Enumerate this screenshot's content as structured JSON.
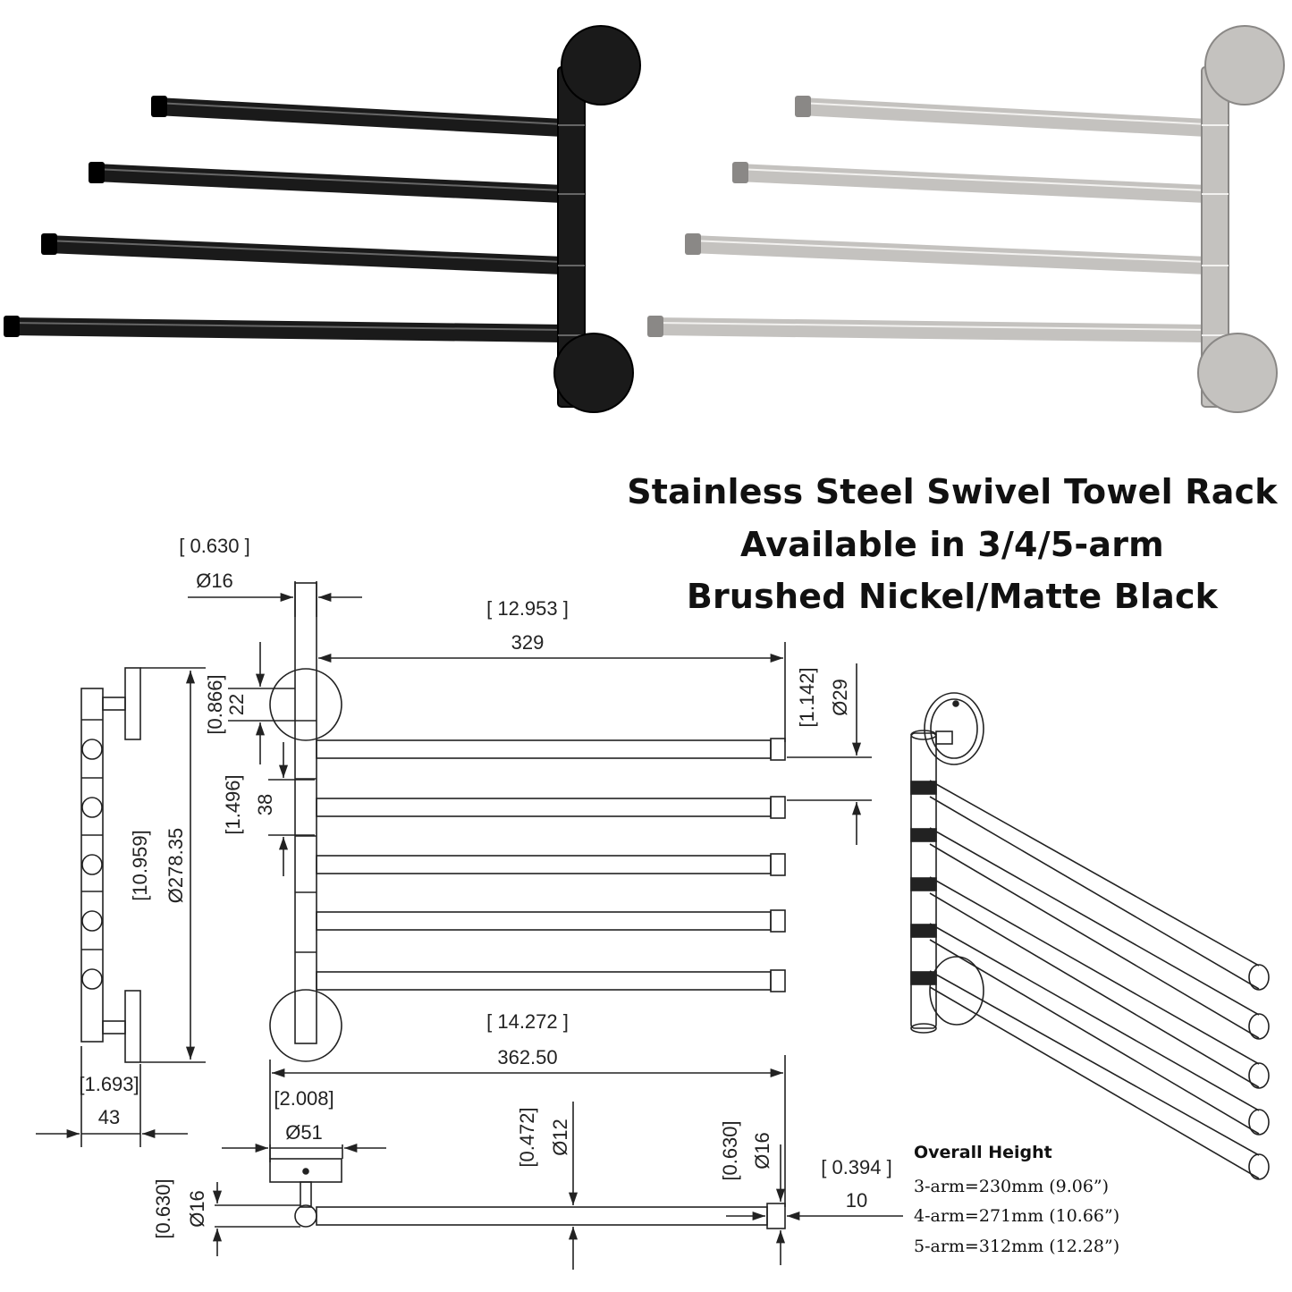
{
  "title": {
    "line1": "Stainless Steel Swivel Towel Rack",
    "line2": "Available in 3/4/5-arm",
    "line3": "Brushed Nickel/Matte Black"
  },
  "colors": {
    "matte_black": "#1a1a1a",
    "brushed_nickel": "#c4c2bf",
    "line": "#222222"
  },
  "products": [
    {
      "finish": "matte-black",
      "icon": "towel-rack-4-arm"
    },
    {
      "finish": "brushed-nickel",
      "icon": "towel-rack-4-arm"
    }
  ],
  "dimensions": {
    "tube_dia_in": "[ 0.630 ]",
    "tube_dia_mm": "Ø16",
    "arm_length_in": "[ 12.953 ]",
    "arm_length_mm": "329",
    "offset_in": "[0.866]",
    "offset_mm": "22",
    "spacing_in": "[1.496]",
    "spacing_mm": "38",
    "height_in": "[10.959]",
    "height_mm": "Ø278.35",
    "end_cap_in": "[1.142]",
    "end_cap_mm": "Ø29",
    "depth_in": "[1.693]",
    "depth_mm": "43",
    "total_length_in": "[ 14.272 ]",
    "total_length_mm": "362.50",
    "base_dia_in": "[2.008]",
    "base_dia_mm": "Ø51",
    "rod_dia_in": "[0.472]",
    "rod_dia_mm": "Ø12",
    "tip_dia_in": "[0.630]",
    "tip_dia_mm": "Ø16",
    "side_dia_in": "[0.630]",
    "side_dia_mm": "Ø16",
    "cap_len_in": "[ 0.394 ]",
    "cap_len_mm": "10"
  },
  "overall_height": {
    "heading": "Overall Height",
    "rows": [
      "3-arm=230mm  (9.06”)",
      "4-arm=271mm (10.66”)",
      "5-arm=312mm (12.28”)"
    ]
  }
}
